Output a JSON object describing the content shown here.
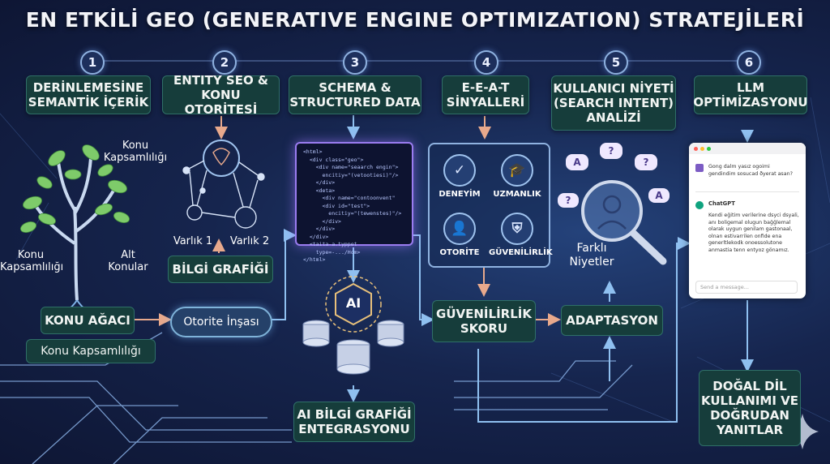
{
  "title": "EN ETKİLİ GEO (GENERATIVE ENGINE OPTIMIZATION) STRATEJİLERİ",
  "steps": [
    {
      "num": "1",
      "header": "DERİNLEMESİNE\nSEMANTİK İÇERİK"
    },
    {
      "num": "2",
      "header": "ENTITY SEO &\nKONU OTORİTESİ"
    },
    {
      "num": "3",
      "header": "SCHEMA &\nSTRUCTURED DATA"
    },
    {
      "num": "4",
      "header": "E-E-A-T\nSİNYALLERİ"
    },
    {
      "num": "5",
      "header": "KULLANICI NİYETİ\n(SEARCH INTENT)\nANALİZİ"
    },
    {
      "num": "6",
      "header": "LLM\nOPTİMİZASYONU"
    }
  ],
  "tree": {
    "label_top": "Konu\nKapsamlılığı",
    "label_left": "Konu\nKapsamlılığı",
    "label_right": "Alt\nKonular",
    "box_main": "KONU AĞACI",
    "box_sub": "Konu Kapsamlılığı"
  },
  "entity": {
    "node1": "Varlık 1",
    "node2": "Varlık 2",
    "graph_label": "BİLGİ GRAFİĞİ",
    "authority": "Otorite İnşası"
  },
  "schema": {
    "code": "<html>\n  <div class=\"geo\">\n    <div name=\"seaarch engin\">\n      encitiy=\"(vetootiesi)\"/>\n    </div>\n    <deta>\n      <div name=\"contoonvent\"\n      <div id=\"test\">\n        encitiy=\"(tewenstes)\"/>\n      </div>\n    </div>\n  </div>\n  <taita-a.typpet\n    type=-.../Hom>\n</html>",
    "ai_label": "AI",
    "integration": "AI BİLGİ GRAFİĞİ\nENTEGRASYONU"
  },
  "eeat": {
    "items": [
      "DENEYİM",
      "UZMANLIK",
      "OTORİTE",
      "GÜVENİLİRLİK"
    ],
    "trust_score": "GÜVENİLİRLİK\nSKORU"
  },
  "intent": {
    "label": "Farklı\nNiyetler",
    "adaptation": "ADAPTASYON"
  },
  "llm": {
    "question": "Gong dalm yasız ogoimi gendindim sosucad ðyerat asan?",
    "bot_name": "ChatGPT",
    "answer": "Kendi eğitim verilerine dsyci dsyali, anı boligemal olugun bağğlemal olarak uygun genilam gastonaal, olnan estivarrilen onfide ena generltlekodk onoessolutone anmastia tenn entyoz gönamız.",
    "placeholder": "Send a message...",
    "result": "DOĞAL DİL\nKULLANIMI VE\nDOĞRUDAN\nYANITLAR"
  },
  "colors": {
    "box_bg": "#163d3b",
    "box_border": "#2f6f68",
    "glow_blue": "#7fb3d9",
    "arrow": "#e8a98c"
  }
}
